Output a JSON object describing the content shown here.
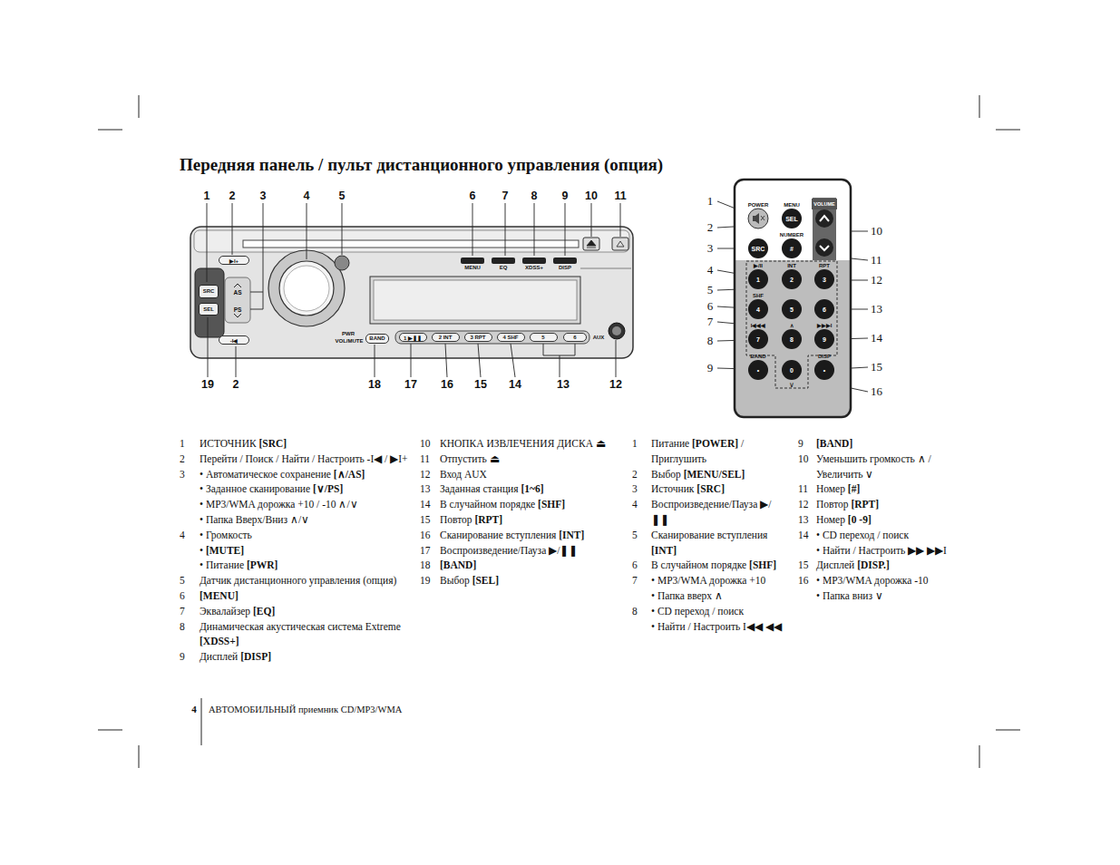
{
  "diagram": {
    "title": "Передняя панель / пульт дистанционного управления (опция)",
    "nodes": [
      {
        "text": [
          "▶I+"
        ]
      },
      {
        "text": [
          "MENU"
        ]
      },
      {
        "text": [
          "EQ"
        ]
      },
      {
        "text": [
          "XDSS+"
        ]
      },
      {
        "text": [
          "DISP"
        ]
      },
      {
        "text": [
          "SRC"
        ]
      },
      {
        "text": [
          "AS"
        ]
      },
      {
        "text": [
          "PS"
        ]
      },
      {
        "text": [
          "SEL"
        ]
      },
      {
        "text": [
          "-I◀"
        ]
      },
      {
        "text": [
          "BAND"
        ]
      },
      {
        "text": [
          "1 ▶❚❚"
        ]
      },
      {
        "text": [
          "2 INT"
        ]
      },
      {
        "text": [
          "3 RPT"
        ]
      },
      {
        "text": [
          "4 SHF"
        ]
      },
      {
        "text": [
          "5"
        ]
      },
      {
        "text": [
          "6"
        ]
      },
      {
        "text": [
          "POWER"
        ]
      },
      {
        "text": [
          "MENU",
          "SEL"
        ]
      },
      {
        "text": [
          "VOLUME"
        ]
      },
      {
        "text": [
          "SRC"
        ]
      },
      {
        "text": [
          "NUMBER",
          "#"
        ]
      },
      {
        "text": [
          "▶/II",
          "1"
        ]
      },
      {
        "text": [
          "INT",
          "2"
        ]
      },
      {
        "text": [
          "RPT",
          "3"
        ]
      },
      {
        "text": [
          "SHF",
          "4"
        ]
      },
      {
        "text": [
          "5"
        ]
      },
      {
        "text": [
          "6"
        ]
      },
      {
        "text": [
          "I◀◀◀",
          "7"
        ]
      },
      {
        "text": [
          "∧",
          "8"
        ]
      },
      {
        "text": [
          "▶▶▶I",
          "9"
        ]
      },
      {
        "text": [
          "BAND",
          "•"
        ]
      },
      {
        "text": [
          "0",
          "∨"
        ]
      },
      {
        "text": [
          "DISP",
          "•"
        ]
      }
    ],
    "labels": [
      "4",
      "АВТОМОБИЛЬНЫЙ приемник CD/MP3/WMA",
      "1",
      "2",
      "3",
      "4",
      "5",
      "6",
      "7",
      "8",
      "9",
      "10",
      "11",
      "19",
      "2",
      "18",
      "17",
      "16",
      "15",
      "14",
      "13",
      "12",
      "PWR",
      "VOL/MUTE",
      "AUX",
      "1",
      "2",
      "3",
      "4",
      "5",
      "6",
      "7",
      "8",
      "9",
      "10",
      "11",
      "12",
      "13",
      "14",
      "15",
      "16",
      "1",
      "ИСТОЧНИК [SRC]",
      "2",
      "Перейти / Поиск / Найти / Настроить -I◀ / ▶I+",
      "3",
      "• Автоматическое сохранение [∧/AS]",
      "• Заданное сканирование [∨/PS]",
      "• MP3/WMA дорожка +10 / -10 ∧/∨",
      "• Папка Вверх/Вниз ∧/∨",
      "4",
      "• Громкость",
      "• [MUTE]",
      "• Питание [PWR]",
      "5",
      "Датчик дистанционного управления (опция)",
      "6",
      "[MENU]",
      "7",
      "Эквалайзер [EQ]",
      "8",
      "Динамическая акустическая система Extreme [XDSS+]",
      "9",
      "Дисплей [DISP]",
      "10",
      "КНОПКА ИЗВЛЕЧЕНИЯ ДИСКА ⏏",
      "11",
      "Отпустить ⏏",
      "12",
      "Вход AUX",
      "13",
      "Заданная станция [1~6]",
      "14",
      "В случайном порядке [SHF]",
      "15",
      "Повтор [RPT]",
      "16",
      "Сканирование вступления [INT]",
      "17",
      "Воспроизведение/Пауза ▶/❚❚",
      "18",
      "[BAND]",
      "19",
      "Выбор [SEL]",
      "1",
      "Питание [POWER] / Приглушить",
      "2",
      "Выбор [MENU/SEL]",
      "3",
      "Источник [SRC]",
      "4",
      "Воспроизведение/Пауза ▶/❚❚",
      "5",
      "Сканирование вступления [INT]",
      "6",
      "В случайном порядке [SHF]",
      "7",
      "• MP3/WMA дорожка +10",
      "• Папка вверх ∧",
      "8",
      "• CD переход / поиск",
      "• Найти / Настроить I◀◀ ◀◀",
      "9",
      "[BAND]",
      "10",
      "Уменьшить громкость ∧ / Увеличить ∨",
      "11",
      "Номер [#]",
      "12",
      "Повтор [RPT]",
      "13",
      "Номер [0 -9]",
      "14",
      "• CD переход / поиск",
      "• Найти / Настроить ▶▶ ▶▶I",
      "15",
      "Дисплей [DISP.]",
      "16",
      "• MP3/WMA дорожка -10",
      "• Папка вниз ∨"
    ]
  }
}
